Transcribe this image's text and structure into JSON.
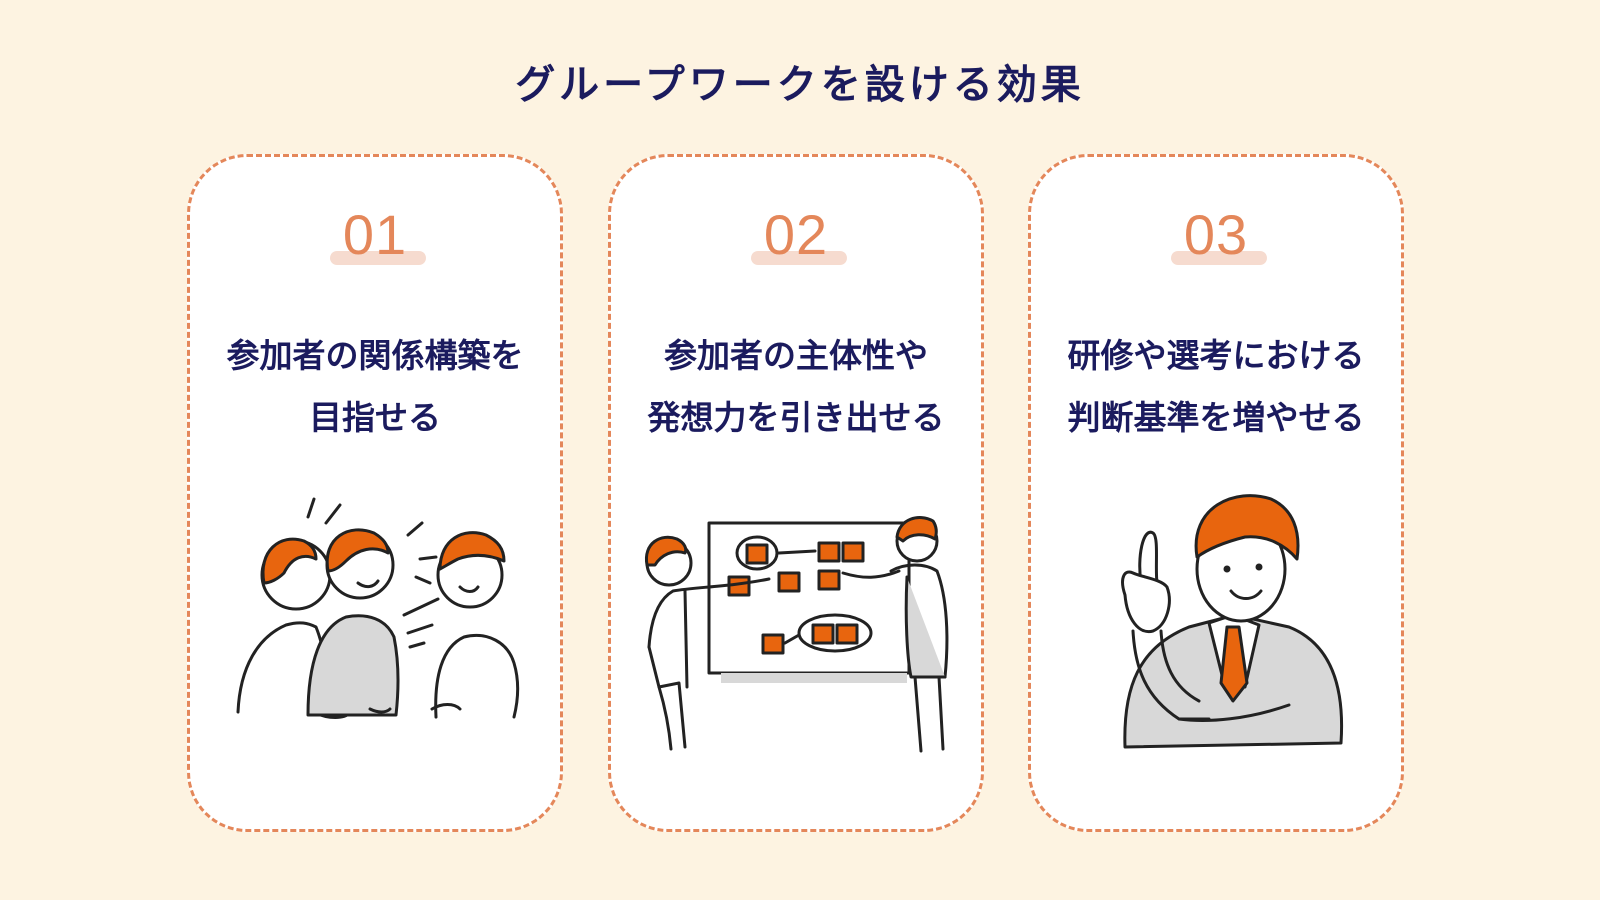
{
  "title": "グループワークを設ける効果",
  "cards": [
    {
      "number": "01",
      "lines": [
        "参加者の関係構築を",
        "目指せる"
      ],
      "illustration": "people-talking-icon"
    },
    {
      "number": "02",
      "lines": [
        "参加者の主体性や",
        "発想力を引き出せる"
      ],
      "illustration": "whiteboard-brainstorm-icon"
    },
    {
      "number": "03",
      "lines": [
        "研修や選考における",
        "判断基準を増やせる"
      ],
      "illustration": "businessman-pointing-icon"
    }
  ],
  "colors": {
    "background": "#fdf3e1",
    "accent": "#e4875a",
    "hair": "#e8650e",
    "text": "#1b1b5e"
  }
}
